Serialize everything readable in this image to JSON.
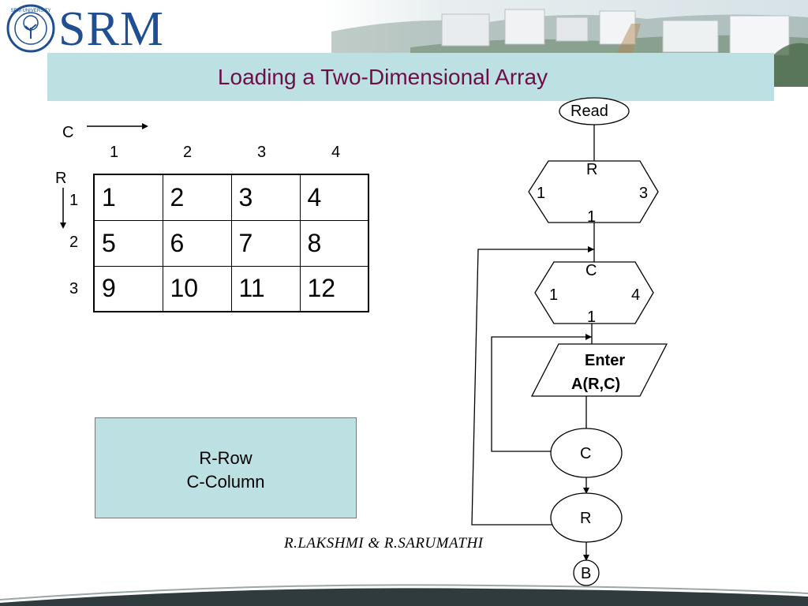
{
  "header": {
    "logo_text": "SRM",
    "title": "Loading a Two-Dimensional Array"
  },
  "axes": {
    "c_label": "C",
    "r_label": "R",
    "col_numbers": [
      "1",
      "2",
      "3",
      "4"
    ],
    "row_numbers": [
      "1",
      "2",
      "3"
    ]
  },
  "matrix": {
    "rows": [
      [
        "1",
        "2",
        "3",
        "4"
      ],
      [
        "5",
        "6",
        "7",
        "8"
      ],
      [
        "9",
        "10",
        "11",
        "12"
      ]
    ]
  },
  "legend": {
    "line1": "R-Row",
    "line2": "C-Column"
  },
  "flowchart": {
    "start": "Read",
    "loop_r": {
      "var": "R",
      "start": "1",
      "end": "3",
      "step": "1"
    },
    "loop_c": {
      "var": "C",
      "start": "1",
      "end": "4",
      "step": "1"
    },
    "io_line1": "Enter",
    "io_line2": "A(R,C)",
    "c_end": "C",
    "r_end": "R",
    "connector": "B"
  },
  "footer": {
    "authors": "R.LAKSHMI  &  R.SARUMATHI"
  },
  "colors": {
    "title": "#6d0e49",
    "band": "#bde0e2",
    "logo": "#1f4f92"
  }
}
